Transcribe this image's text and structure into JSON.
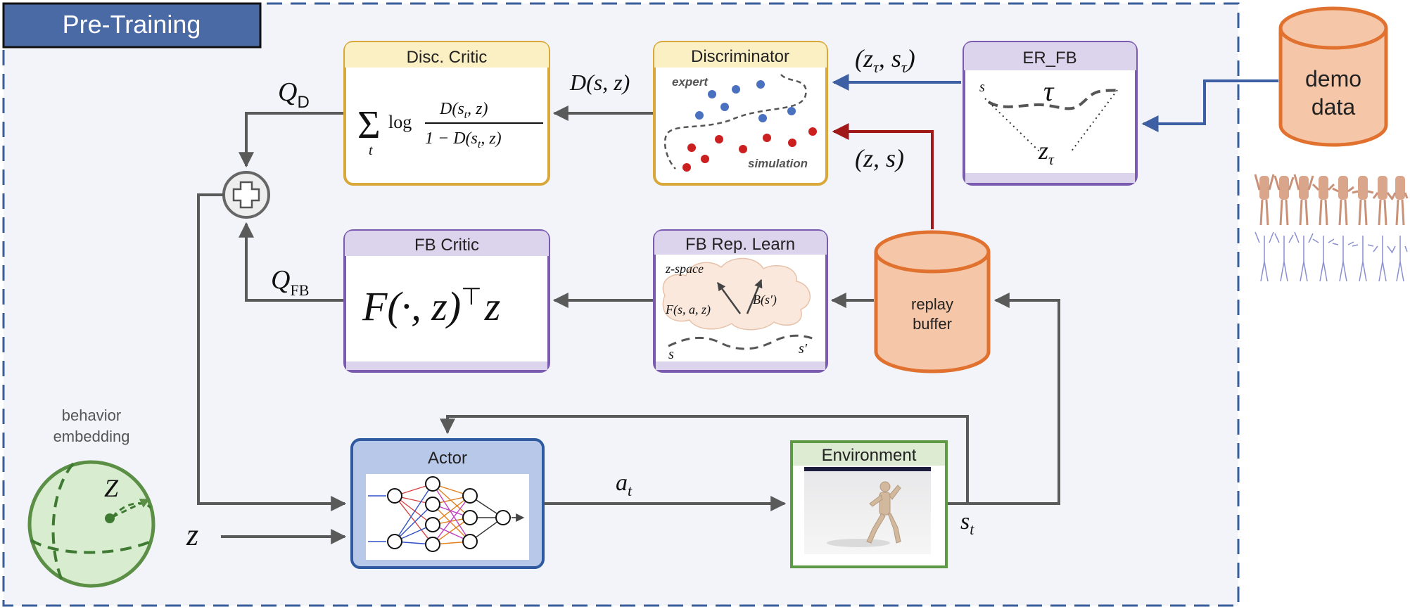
{
  "frame": {
    "title": "Pre-Training"
  },
  "blocks": {
    "disc_critic": {
      "title": "Disc. Critic"
    },
    "discriminator": {
      "title": "Discriminator",
      "expert": "expert",
      "simulation": "simulation"
    },
    "er_fb": {
      "title": "ER_FB",
      "s": "s",
      "tau": "τ",
      "z_tau": "z",
      "z_tau_sub": "τ"
    },
    "demo_data": {
      "line1": "demo",
      "line2": "data"
    },
    "fb_critic": {
      "title": "FB Critic"
    },
    "fb_rep": {
      "title": "FB Rep. Learn",
      "zspace": "z-space",
      "F": "F(s, a, z)",
      "B": "B(s′)",
      "s": "s",
      "sp": "s′"
    },
    "replay": {
      "line1": "replay",
      "line2": "buffer"
    },
    "actor": {
      "title": "Actor"
    },
    "environment": {
      "title": "Environment"
    },
    "behavior": {
      "line1": "behavior",
      "line2": "embedding",
      "Z": "Z"
    }
  },
  "math": {
    "q_d": "Q",
    "q_d_sub": "D",
    "q_fb": "Q",
    "q_fb_sub": "FB",
    "d_sz": "D(s, z)",
    "z_tau_s_tau": "(z",
    "ztau_sub": "τ",
    "comma_s": ", s",
    "stau_sub": "τ",
    "close": ")",
    "z_s": "(z, s)",
    "a_t": "a",
    "a_t_sub": "t",
    "s_t": "s",
    "s_t_sub": "t",
    "z": "z",
    "disc_sum": "Σ",
    "disc_sum_sub": "t",
    "disc_log": "log",
    "disc_num": "D(s",
    "disc_num_sub": "t",
    "disc_num_end": ", z)",
    "disc_den": "1 − D(s",
    "disc_den_sub": "t",
    "disc_den_end": ", z)",
    "fb_formula": "F(·, z)",
    "fb_formula_sup": "⊤",
    "fb_formula_end": "z"
  },
  "colors": {
    "frame_dash": "#3a5e9c",
    "frame_bg": "#f3f4fa",
    "title_bg": "#4a6aa6",
    "gold": "#d8a83a",
    "gold_header": "#fbefc4",
    "purple": "#7a5bb0",
    "purple_header": "#dcd3ec",
    "blue_arrow": "#3d5fa3",
    "red_arrow": "#a01818",
    "cyl_fill": "#f5c7a8",
    "cyl_stroke": "#e0712f",
    "actor_fill": "#b8c8e8",
    "actor_stroke": "#2f5aa0",
    "env_stroke": "#5e9a45",
    "env_header": "#dcebd2",
    "green": "#5a8f45",
    "green_fill": "#d8ecd0",
    "grey_arrow": "#5a5a5a",
    "expert_dot": "#4a70c0",
    "sim_dot": "#cc1f1f"
  }
}
